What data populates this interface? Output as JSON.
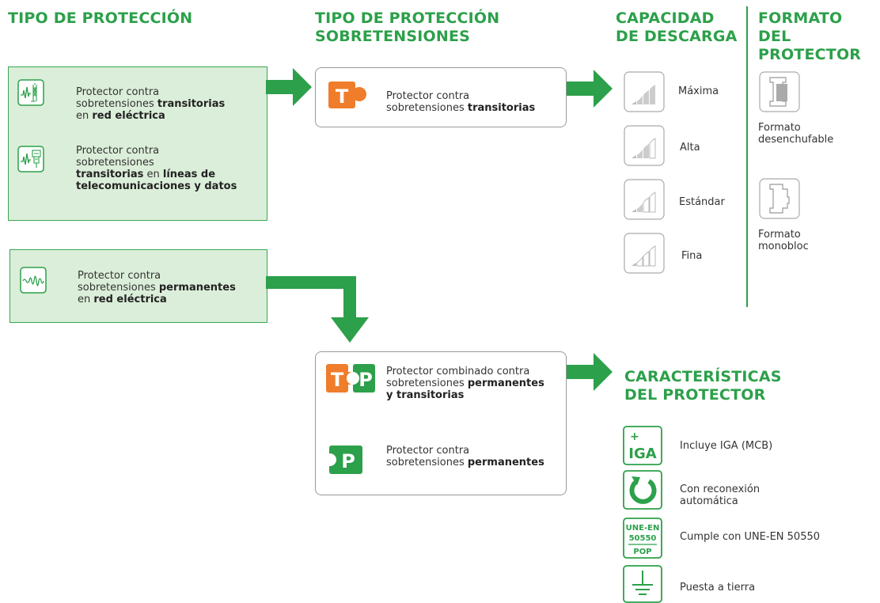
{
  "headers": {
    "col1": "TIPO DE PROTECCIÓN",
    "col2_l1": "TIPO DE PROTECCIÓN",
    "col2_l2": "SOBRETENSIONES",
    "col3_l1": "CAPACIDAD",
    "col3_l2": "DE DESCARGA",
    "col4_l1": "FORMATO DEL",
    "col4_l2": "PROTECTOR",
    "features_l1": "CARACTERÍSTICAS",
    "features_l2": "DEL PROTECTOR"
  },
  "protection_types": {
    "transient_power": {
      "pre": "Protector contra",
      "mid": "sobretensiones ",
      "bold1": "transitorias",
      "mid2": "en ",
      "bold2": "red eléctrica"
    },
    "transient_telecom": {
      "l1": "Protector contra",
      "l2": "sobretensiones",
      "bold1": "transitorias",
      "mid": " en ",
      "bold2": "líneas de",
      "bold3": "telecomunicaciones y datos"
    },
    "permanent_power": {
      "pre": "Protector contra",
      "mid": "sobretensiones ",
      "bold1": "permanentes",
      "mid2": "en ",
      "bold2": "red eléctrica"
    }
  },
  "surge_types": {
    "transient": {
      "l1": "Protector contra",
      "mid": "sobretensiones ",
      "bold": "transitorias",
      "icon_letter": "T"
    },
    "combined": {
      "l1": "Protector combinado contra",
      "mid": "sobretensiones ",
      "bold1": "permanentes",
      "bold2": "y transitorias",
      "icon_t": "T",
      "icon_p": "P"
    },
    "permanent": {
      "l1": "Protector contra",
      "mid": "sobretensiones ",
      "bold": "permanentes",
      "icon_letter": "P"
    }
  },
  "discharge_capacity": [
    "Máxima",
    "Alta",
    "Estándar",
    "Fina"
  ],
  "formats": {
    "pluggable": {
      "l1": "Formato",
      "l2": "desenchufable"
    },
    "monobloc": {
      "l1": "Formato",
      "l2": "monobloc"
    }
  },
  "features": {
    "iga": {
      "icon_plus": "+",
      "icon_text": "IGA",
      "label": "Incluye IGA (MCB)"
    },
    "reconnect": {
      "l1": "Con reconexión",
      "l2": "automática"
    },
    "une": {
      "icon_l1": "UNE-EN",
      "icon_l2": "50550",
      "icon_l3": "POP",
      "label": "Cumple con UNE-EN 50550"
    },
    "ground": {
      "label": "Puesta a tierra"
    }
  },
  "colors": {
    "green": "#2ca04a",
    "orange": "#ef7d2b",
    "light_green": "#dbeed9",
    "grey": "#9a9a9a"
  }
}
